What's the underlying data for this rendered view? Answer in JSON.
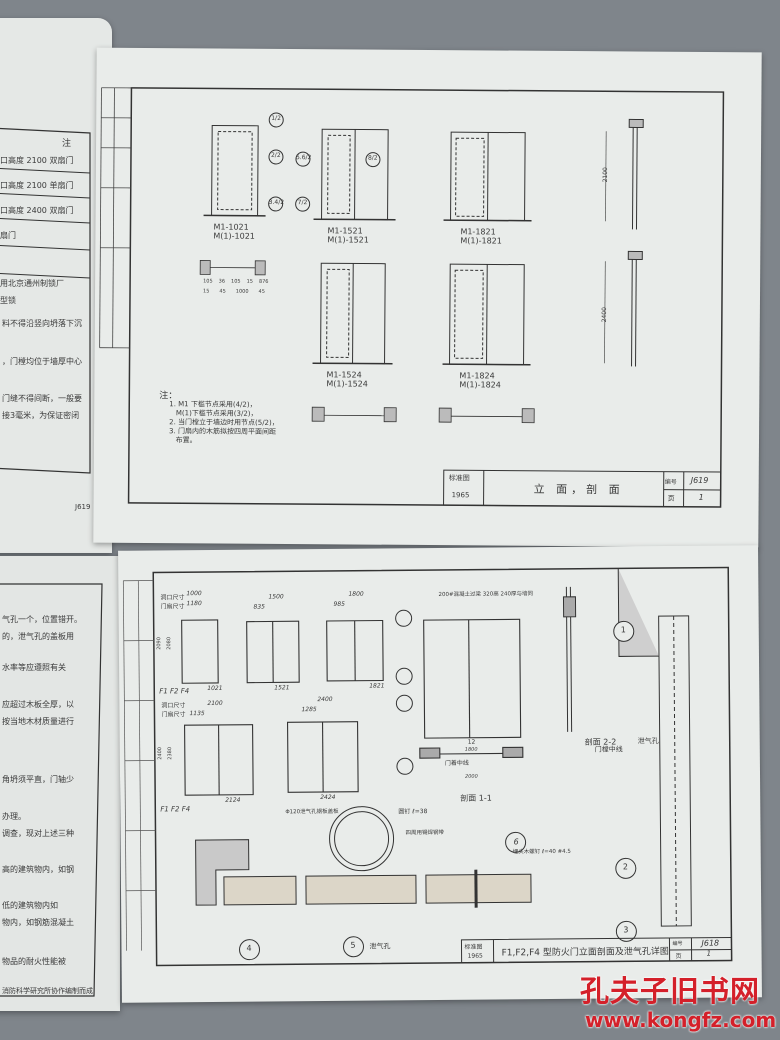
{
  "top_left_page": {
    "table_header": "注",
    "table_rows": [
      "口高度 2100 双扇门",
      "口高度 2100 单扇门",
      "口高度 2400 双扇门",
      "扇门",
      "用北京通州制锁厂",
      "型锁"
    ],
    "notes": [
      "料不得沿竖向坍落下沉",
      "，门樘均位于墙厚中心",
      "门缝不得间断，一般要",
      "接3毫米，为保证密闭"
    ],
    "page_code": "J619"
  },
  "top_sheet": {
    "door_labels": [
      {
        "a": "M1-1021",
        "b": "M(1)-1021"
      },
      {
        "a": "M1-1521",
        "b": "M(1)-1521"
      },
      {
        "a": "M1-1821",
        "b": "M(1)-1821"
      },
      {
        "a": "M1-1524",
        "b": "M(1)-1524"
      },
      {
        "a": "M1-1824",
        "b": "M(1)-1824"
      }
    ],
    "callouts": [
      "1/2",
      "2/2",
      "3.4/2",
      "5.6/2",
      "8/2",
      "7/2"
    ],
    "dims": [
      "105",
      "36",
      "105",
      "15",
      "876",
      "15",
      "45",
      "1000",
      "45"
    ],
    "notes_title": "注：",
    "notes": [
      "1. M1 下槛节点采用(4/2)，",
      "   M(1)下槛节点采用(3/2)，",
      "2. 当门樘立于墙边时用节点(5/2)，",
      "3. 门扇内的木筋拟按四周平面间距",
      "   布置。"
    ],
    "section_dims": [
      "2100",
      "2400"
    ],
    "title_block": {
      "std_label": "标准图",
      "year": "1965",
      "title": "立 面，剖 面",
      "code_label": "编号",
      "code": "J619",
      "page_label": "页",
      "page": "1"
    }
  },
  "bottom_left_page": {
    "lines": [
      "气孔一个，位置错开。",
      "的，泄气孔的盖板用",
      "水率等应遵照有关",
      "应超过木板全厚，以",
      "按当地木材质量进行",
      "角坍须平直，门轴少",
      "办理。",
      "调查，现对上述三种",
      "高的建筑物内，如钢",
      "低的建筑物内如",
      "物内，如钢筋混凝土",
      "物品的耐火性能被",
      "消防科学研究所协作编制而成"
    ]
  },
  "bottom_sheet": {
    "labels": {
      "opening": "洞口尺寸",
      "door": "门扇尺寸"
    },
    "door_codes": [
      "1021",
      "1521",
      "1821",
      "2124",
      "2424"
    ],
    "type_label": "F1 F2 F4",
    "dims_top": [
      "1000",
      "1180",
      "1500",
      "835",
      "1800",
      "985",
      "2100",
      "1135",
      "2400",
      "1285"
    ],
    "heights": [
      "2090",
      "2080",
      "2400",
      "2380"
    ],
    "lintel_note": "200#混凝土过梁 320高 240厚与墙同",
    "section_1": "剖面 1-1",
    "section_2": "剖面 2-2",
    "door_center": "门着中线",
    "section_dims": [
      "1800",
      "2000",
      "12"
    ],
    "vent_note": "Φ120泄气孔钢板盖板",
    "nail_note": "圆钉 ℓ=38",
    "edge_note": "四周用锡焊钢带",
    "screw_note": "埋头木螺钉 ℓ=40 #4.5",
    "vent_label": "泄气孔",
    "door_frame_label": "门樘中线",
    "detail_numbers": [
      "1",
      "2",
      "3",
      "4",
      "5",
      "6"
    ],
    "title_block": {
      "std_label": "标准图",
      "year": "1965",
      "title": "F1,F2,F4 型防火门立面剖面及泄气孔详图",
      "code_label": "编号",
      "code": "J618",
      "page_label": "页",
      "page": "1"
    }
  },
  "watermark": {
    "name": "孔夫子旧书网",
    "url": "www.kongfz.com",
    "color": "#d4202a"
  }
}
